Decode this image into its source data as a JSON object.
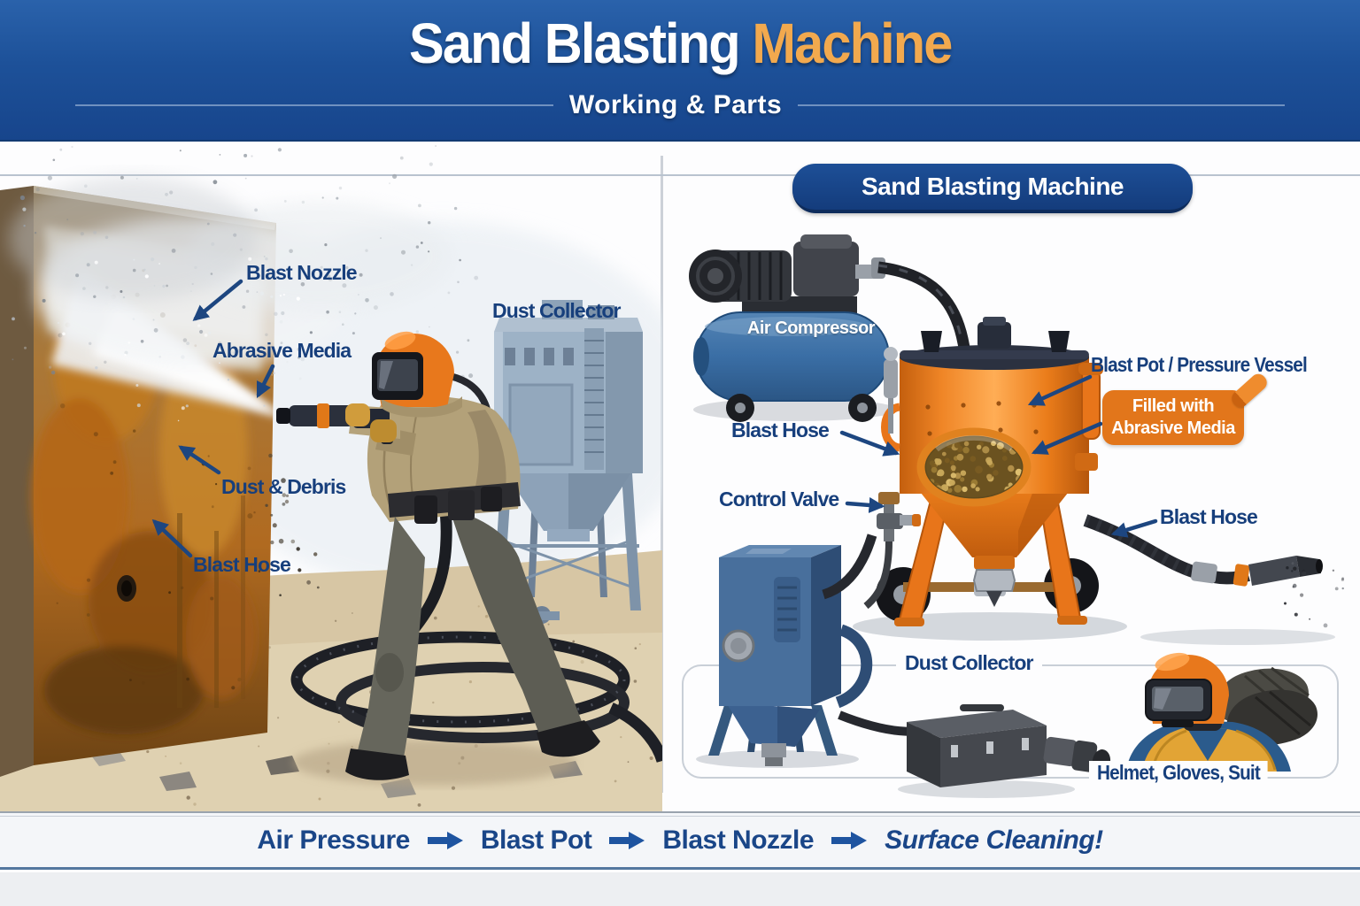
{
  "banner": {
    "title_main": "Sand Blasting",
    "title_accent": "Machine",
    "subtitle": "Working & Parts"
  },
  "left_panel": {
    "labels": {
      "blast_nozzle": "Blast Nozzle",
      "abrasive_media": "Abrasive Media",
      "dust_collector": "Dust Collector",
      "dust_debris": "Dust & Debris",
      "blast_hose": "Blast Hose"
    }
  },
  "right_panel": {
    "title": "Sand Blasting Machine",
    "labels": {
      "air_compressor": "Air Compressor",
      "blast_hose_left": "Blast Hose",
      "control_valve": "Control Valve",
      "blast_pot": "Blast Pot / Pressure Vessel",
      "filled_line1": "Filled with",
      "filled_line2": "Abrasive Media",
      "blast_hose_right": "Blast Hose",
      "dust_collector": "Dust Collector",
      "ppe": "Helmet, Gloves, Suit"
    }
  },
  "flow_bar": {
    "steps": [
      "Air Pressure",
      "Blast Pot",
      "Blast Nozzle",
      "Surface Cleaning!"
    ]
  },
  "colors": {
    "banner_blue": "#1d5199",
    "accent_orange": "#f2a94e",
    "label_navy": "#173f7c",
    "pot_orange": "#e8751a",
    "compressor_blue": "#3a6ea5",
    "filled_badge_orange": "#e2761b"
  }
}
